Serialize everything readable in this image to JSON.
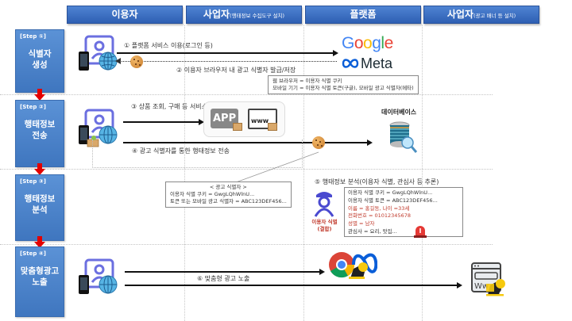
{
  "headers": [
    {
      "main": "이용자",
      "sub": ""
    },
    {
      "main": "사업자",
      "sub": "(행태정보 수집도구 설치)"
    },
    {
      "main": "플랫폼",
      "sub": ""
    },
    {
      "main": "사업자",
      "sub": "(광고 배너 등 설치)"
    }
  ],
  "steps": [
    {
      "num": "[Step ①]",
      "title": "식별자\n생성"
    },
    {
      "num": "[Step ②]",
      "title": "행태정보\n전송"
    },
    {
      "num": "[Step ③]",
      "title": "행태정보\n분석"
    },
    {
      "num": "[Step ④]",
      "title": "맞춤형광고\n노출"
    }
  ],
  "flows": {
    "f1": "① 플랫폼 서비스 이용(로그인 등)",
    "f2": "② 이용자 브라우저 내 광고 식별자 발급/저장",
    "f3": "③ 상품 조회, 구매 등 서비스 이용",
    "f4": "④ 광고 식별자를 통한 행태정보 전송",
    "f5": "⑤ 행태정보 분석(이용자 식별, 관심사 등 추론)",
    "f6": "⑥ 맞춤형 광고 노출"
  },
  "platforms": {
    "google": "Google",
    "meta": "Meta"
  },
  "id_note": {
    "line1": "웹 브라우저 = 이용자 식별 쿠키",
    "line2": "모바일 기기 = 이용자 식별 토큰(구글), 모바일 광고 식별자(메타)"
  },
  "app_labels": {
    "app": "APP",
    "www": "www"
  },
  "database_label": "데이터베이스",
  "ad_id_box": {
    "title": "< 광고 식별자 >",
    "line1": "이용자 식별 쿠키 = GwgLQhWlnU...",
    "line2": "토큰 또는 모바일 광고 식별자 = ABC123DEF456..."
  },
  "identify": {
    "line1": "이용자 식별",
    "line2": "(결합)"
  },
  "profile_box": {
    "lines": [
      {
        "text": "이용자 식별 쿠키 = GwgLQhWlnU...",
        "highlight": false
      },
      {
        "text": "이용자 식별 토큰 = ABC123DEF456...",
        "highlight": false
      },
      {
        "text": "이름 = 홍길동, 나이 =33세",
        "highlight": true
      },
      {
        "text": "전화번호 = 01012345678",
        "highlight": true
      },
      {
        "text": "성별 = 남자",
        "highlight": true
      },
      {
        "text": "관심사 = 요리, 맛집...",
        "highlight": false
      }
    ]
  },
  "colors": {
    "header": "#2e5fb3",
    "step": "#4a82ca",
    "arrow_red": "#e30000",
    "highlight": "#c0392b"
  }
}
